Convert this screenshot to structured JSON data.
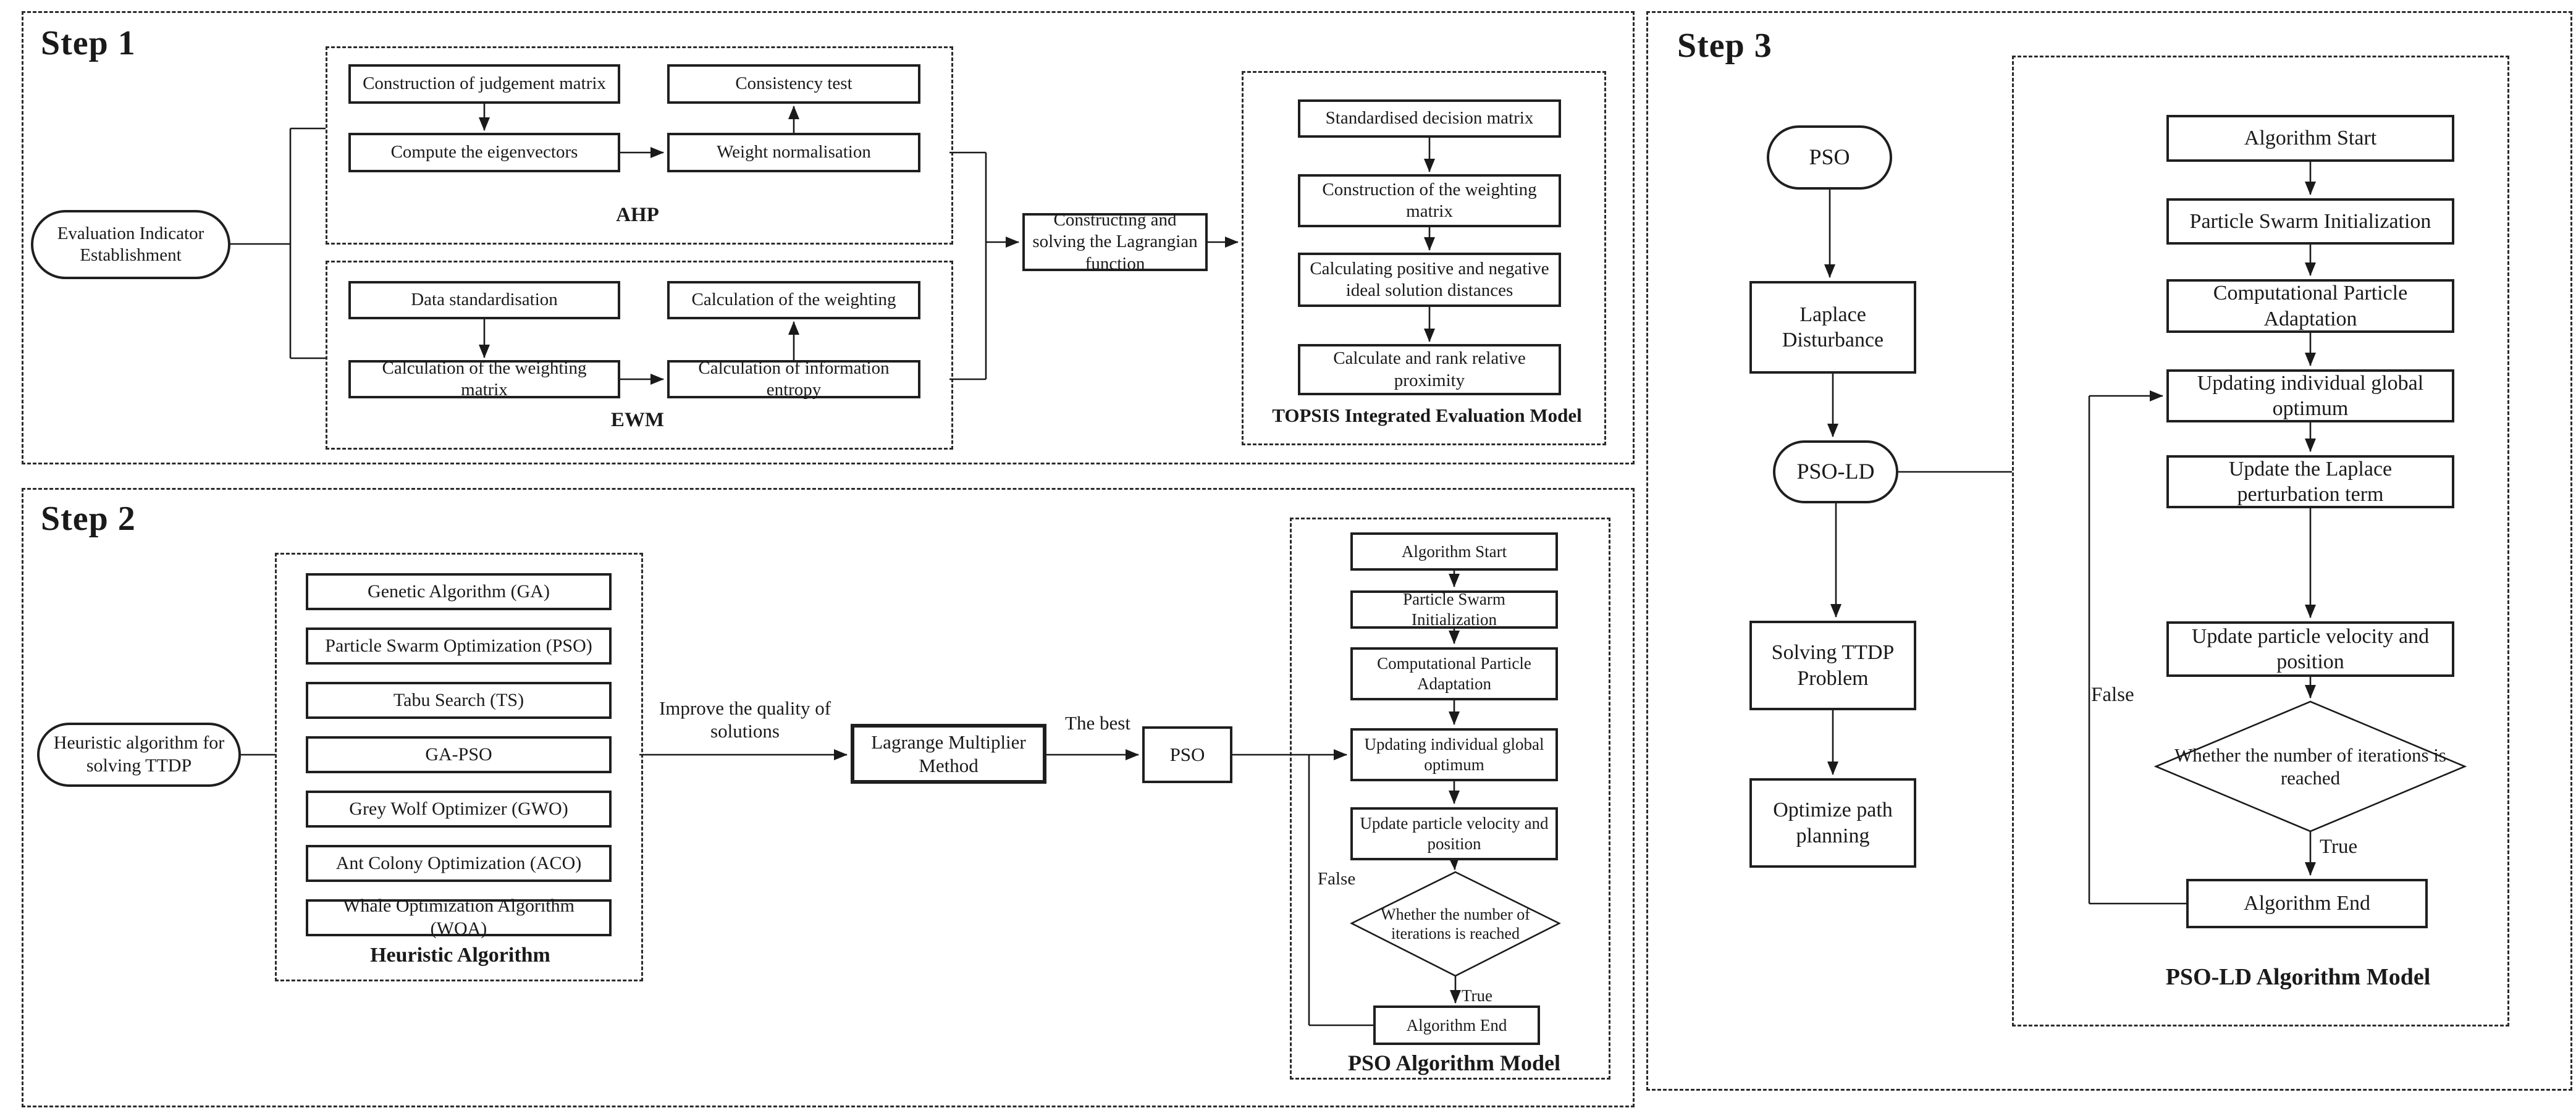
{
  "colors": {
    "ink": "#1a1a1a",
    "background": "#ffffff"
  },
  "step1": {
    "title": "Step 1",
    "oval": "Evaluation Indicator Establishment",
    "ahp": {
      "caption": "AHP",
      "n1": "Construction of judgement matrix",
      "n2": "Consistency test",
      "n3": "Compute the eigenvectors",
      "n4": "Weight normalisation"
    },
    "ewm": {
      "caption": "EWM",
      "n1": "Data standardisation",
      "n2": "Calculation of the weighting",
      "n3": "Calculation of the weighting matrix",
      "n4": "Calculation of information entropy"
    },
    "lagrangian": "Constructing and solving the Lagrangian function",
    "topsis": {
      "caption": "TOPSIS Integrated Evaluation Model",
      "n1": "Standardised decision matrix",
      "n2": "Construction of the weighting matrix",
      "n3": "Calculating positive and negative ideal solution distances",
      "n4": "Calculate and rank relative proximity"
    }
  },
  "step2": {
    "title": "Step 2",
    "oval": "Heuristic algorithm for solving TTDP",
    "heuristic": {
      "caption": "Heuristic Algorithm",
      "algos": [
        "Genetic Algorithm (GA)",
        "Particle Swarm Optimization (PSO)",
        "Tabu Search (TS)",
        "GA-PSO",
        "Grey Wolf Optimizer (GWO)",
        "Ant Colony Optimization (ACO)",
        "Whale Optimization Algorithm (WOA)"
      ]
    },
    "improve_label": "Improve the quality of solutions",
    "best_label": "The best",
    "lagrange": "Lagrange Multiplier Method",
    "pso": "PSO",
    "model": {
      "caption": "PSO Algorithm Model",
      "n1": "Algorithm Start",
      "n2": "Particle Swarm Initialization",
      "n3": "Computational Particle Adaptation",
      "n4": "Updating individual global optimum",
      "n5": "Update particle velocity and position",
      "decision": "Whether the number of iterations is reached",
      "true_label": "True",
      "false_label": "False",
      "n6": "Algorithm End"
    }
  },
  "step3": {
    "title": "Step 3",
    "pso": "PSO",
    "laplace": "Laplace Disturbance",
    "psold": "PSO-LD",
    "ttdp": "Solving TTDP Problem",
    "optimize": "Optimize path planning",
    "model": {
      "caption": "PSO-LD Algorithm Model",
      "n1": "Algorithm Start",
      "n2": "Particle Swarm Initialization",
      "n3": "Computational Particle Adaptation",
      "n4": "Updating individual global optimum",
      "n5": "Update the Laplace perturbation term",
      "n6": "Update particle velocity and position",
      "decision": "Whether the number of iterations is reached",
      "true_label": "True",
      "false_label": "False",
      "n7": "Algorithm End"
    }
  }
}
